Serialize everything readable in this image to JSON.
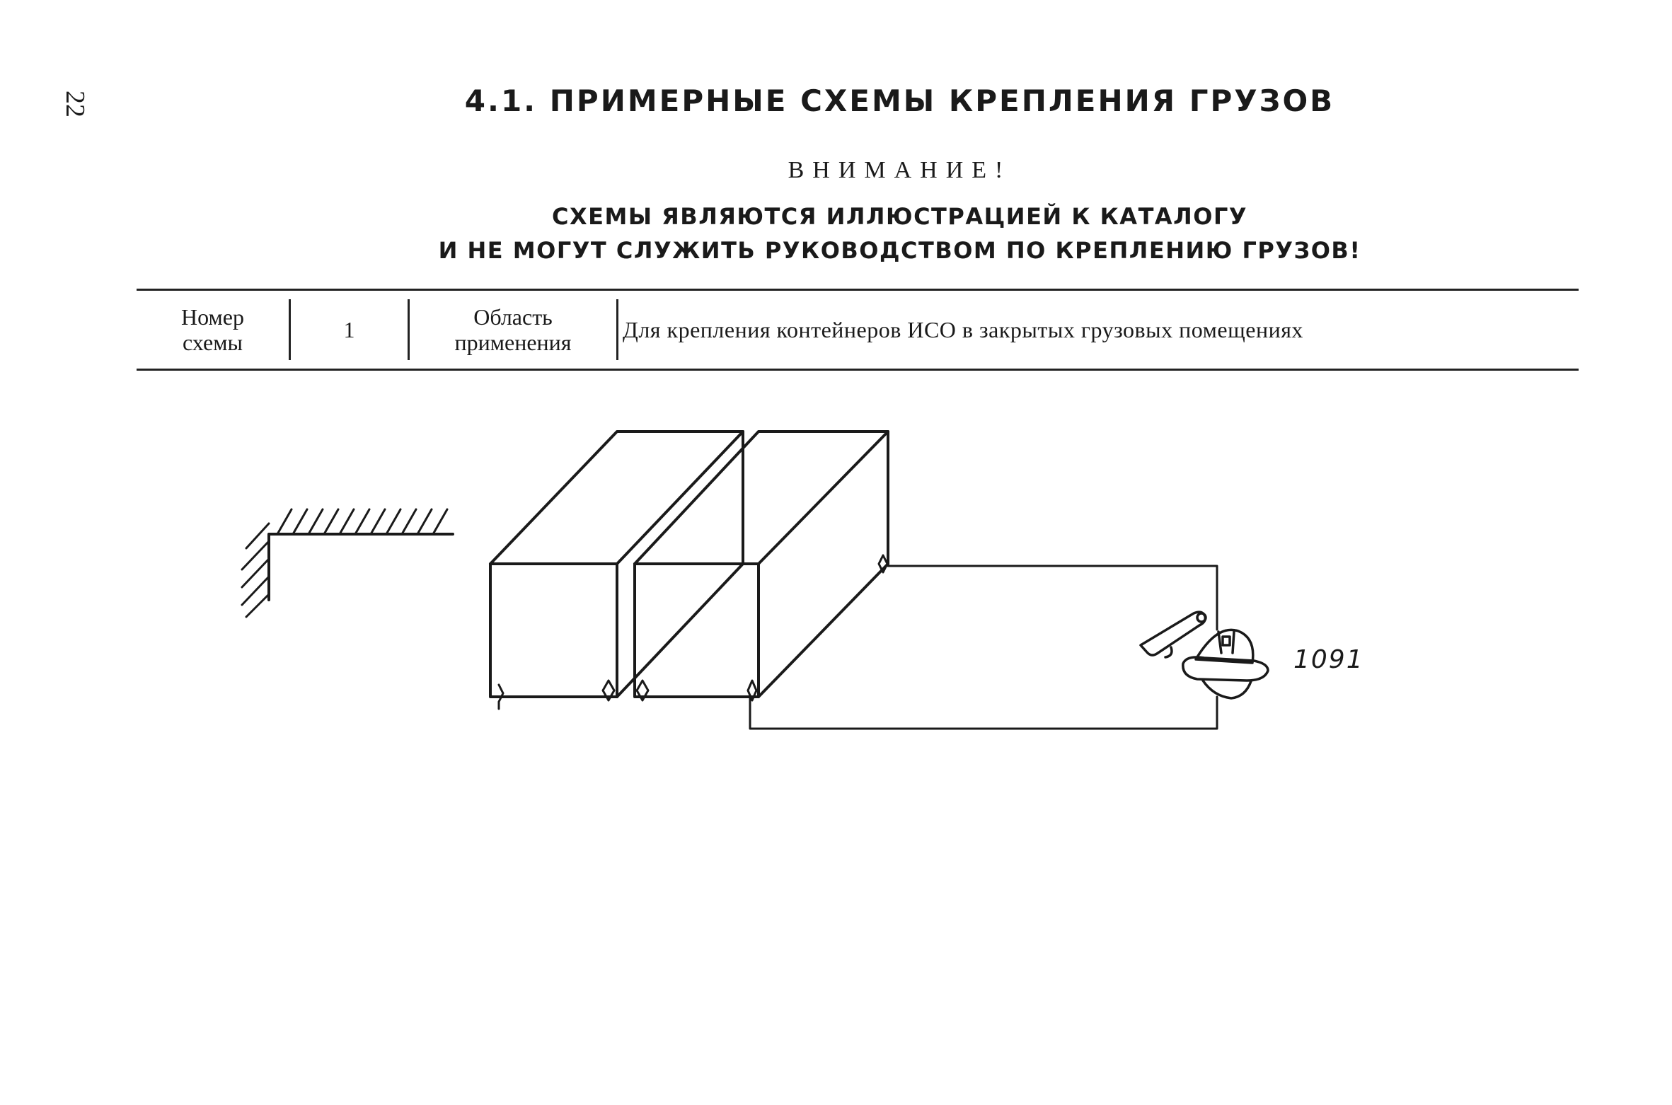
{
  "page": {
    "number": "22",
    "title": "4.1. ПРИМЕРНЫЕ СХЕМЫ КРЕПЛЕНИЯ ГРУЗОВ",
    "attention": "ВНИМАНИЕ!",
    "warning_line1": "СХЕМЫ ЯВЛЯЮТСЯ ИЛЛЮСТРАЦИЕЙ К КАТАЛОГУ",
    "warning_line2": "И НЕ МОГУТ СЛУЖИТЬ РУКОВОДСТВОМ ПО КРЕПЛЕНИЮ ГРУЗОВ!"
  },
  "table": {
    "scheme_number_label_1": "Номер",
    "scheme_number_label_2": "схемы",
    "scheme_number": "1",
    "area_label_1": "Область",
    "area_label_2": "применения",
    "area_value": "Для крепления контейнеров ИСО в закрытых грузовых помещениях"
  },
  "diagram": {
    "part_label": "1091"
  }
}
